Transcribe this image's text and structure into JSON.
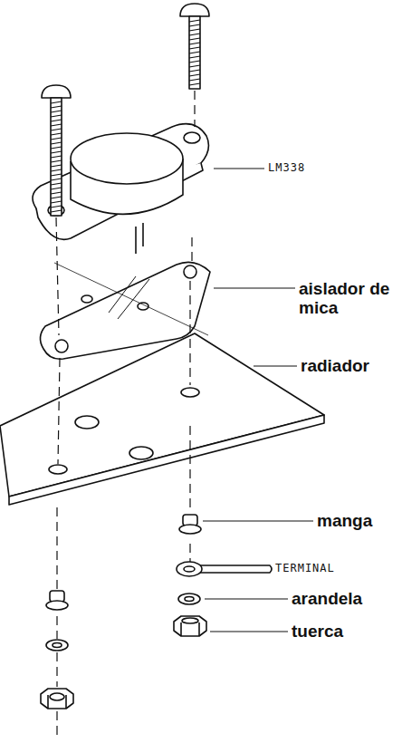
{
  "diagram": {
    "labels": [
      "LM338",
      "aislador de mica",
      "radiador",
      "manga",
      "TERMINAL",
      "arandela",
      "tuerca"
    ]
  }
}
